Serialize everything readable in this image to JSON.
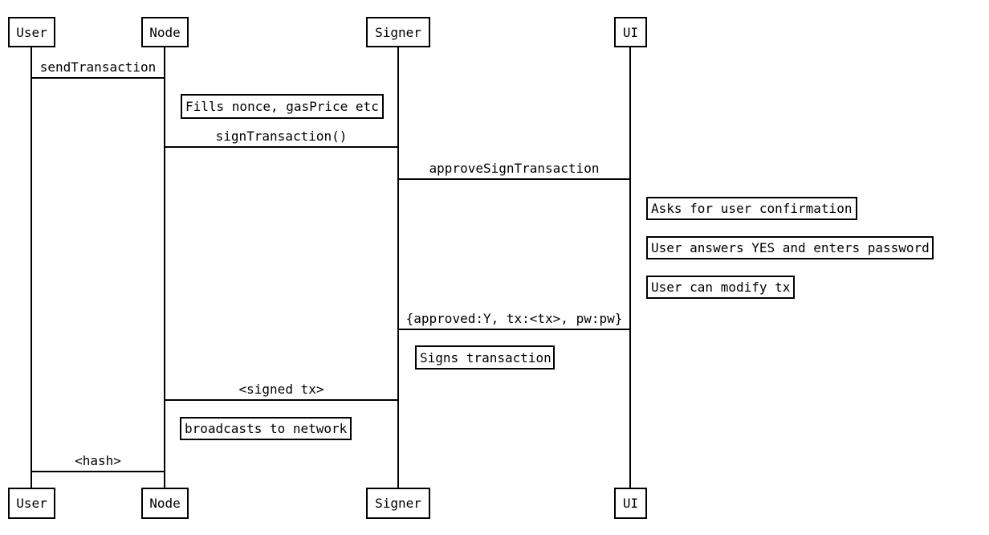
{
  "diagram": {
    "type": "sequence-diagram",
    "colors": {
      "background": "#ffffff",
      "line": "#000000",
      "text": "#000000"
    },
    "participants": [
      {
        "name": "User"
      },
      {
        "name": "Node"
      },
      {
        "name": "Signer"
      },
      {
        "name": "UI"
      }
    ],
    "messages": [
      {
        "from": "User",
        "to": "Node",
        "label": "sendTransaction"
      },
      {
        "from": "Node",
        "to": "Signer",
        "label": "signTransaction()"
      },
      {
        "from": "Signer",
        "to": "UI",
        "label": "approveSignTransaction"
      },
      {
        "from": "UI",
        "to": "Signer",
        "label": "{approved:Y, tx:<tx>, pw:pw}"
      },
      {
        "from": "Signer",
        "to": "Node",
        "label": "<signed tx>"
      },
      {
        "from": "Node",
        "to": "User",
        "label": "<hash>"
      }
    ],
    "notes": [
      {
        "on": "Node",
        "text": "Fills nonce, gasPrice etc"
      },
      {
        "on": "UI",
        "text": "Asks for user confirmation"
      },
      {
        "on": "UI",
        "text": "User answers YES and enters password"
      },
      {
        "on": "UI",
        "text": "User can modify tx"
      },
      {
        "on": "Signer",
        "text": "Signs transaction"
      },
      {
        "on": "Node",
        "text": "broadcasts to network"
      }
    ]
  }
}
